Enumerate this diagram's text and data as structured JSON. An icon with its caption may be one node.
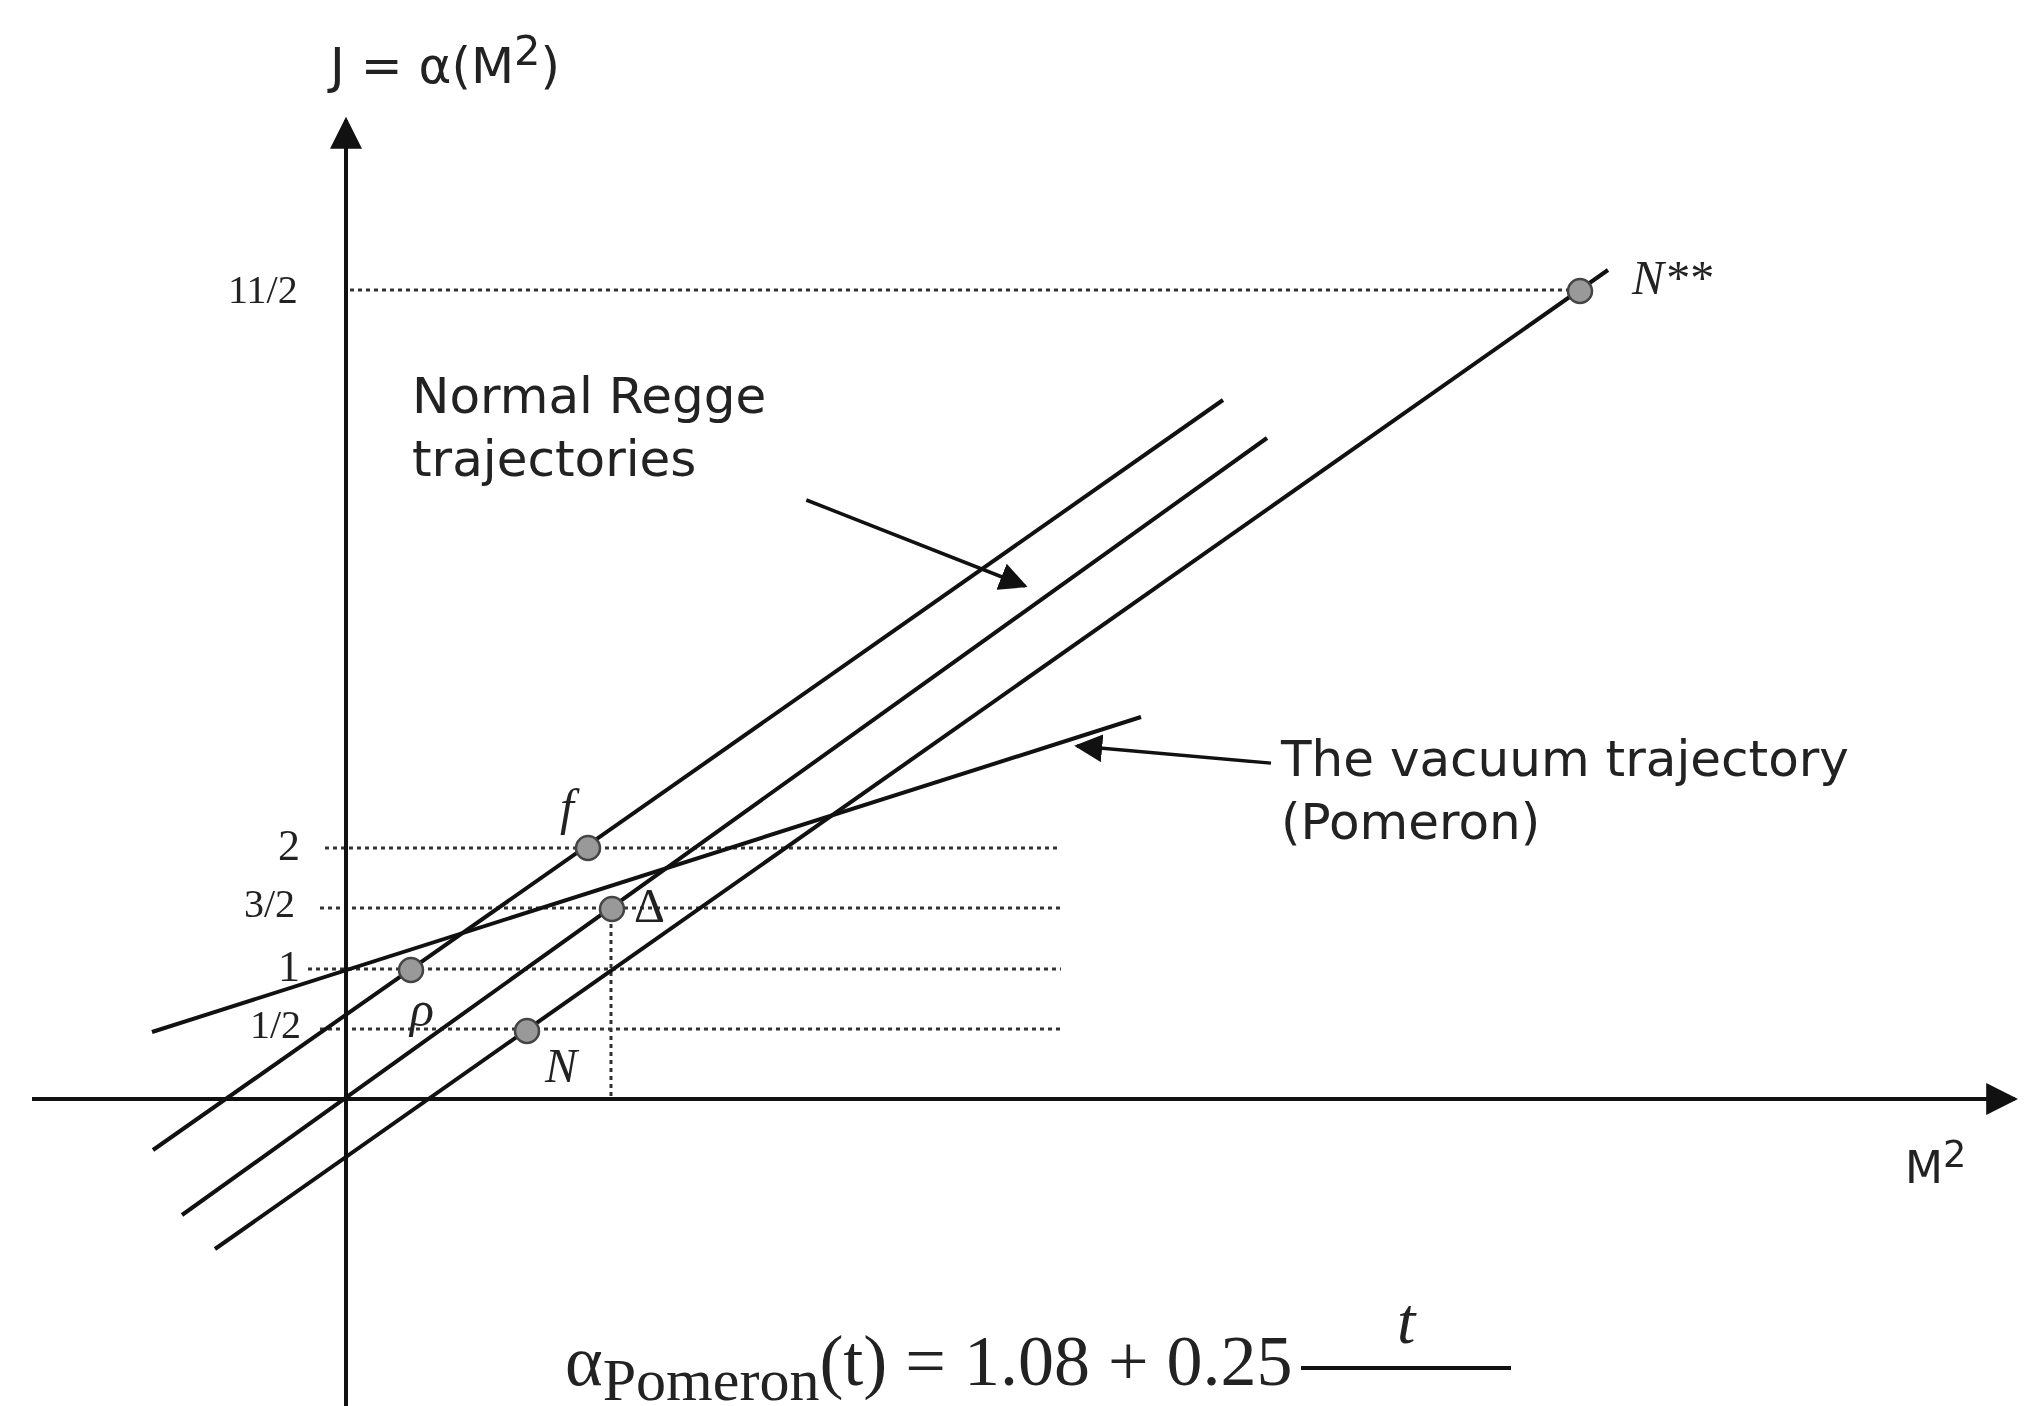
{
  "diagram": {
    "nodes": [
      {
        "text": [
          "Normal Regge trajectories"
        ]
      },
      {
        "text": [
          "The vacuum trajectory (Pomeron)"
        ]
      }
    ],
    "edges": [
      {
        "from": 0,
        "to": null,
        "arrow": "to"
      },
      {
        "from": 1,
        "to": null,
        "arrow": "to"
      }
    ],
    "labels": [
      "J = α(M$^{2}$)",
      "11/2",
      "N**",
      "2",
      "f",
      "3/2",
      "Δ",
      "1",
      "ρ",
      "1/2",
      "N",
      "M$^{2}$",
      "t",
      "α$_{Pomeron}$(t) = 1.08 + 0.25"
    ]
  }
}
